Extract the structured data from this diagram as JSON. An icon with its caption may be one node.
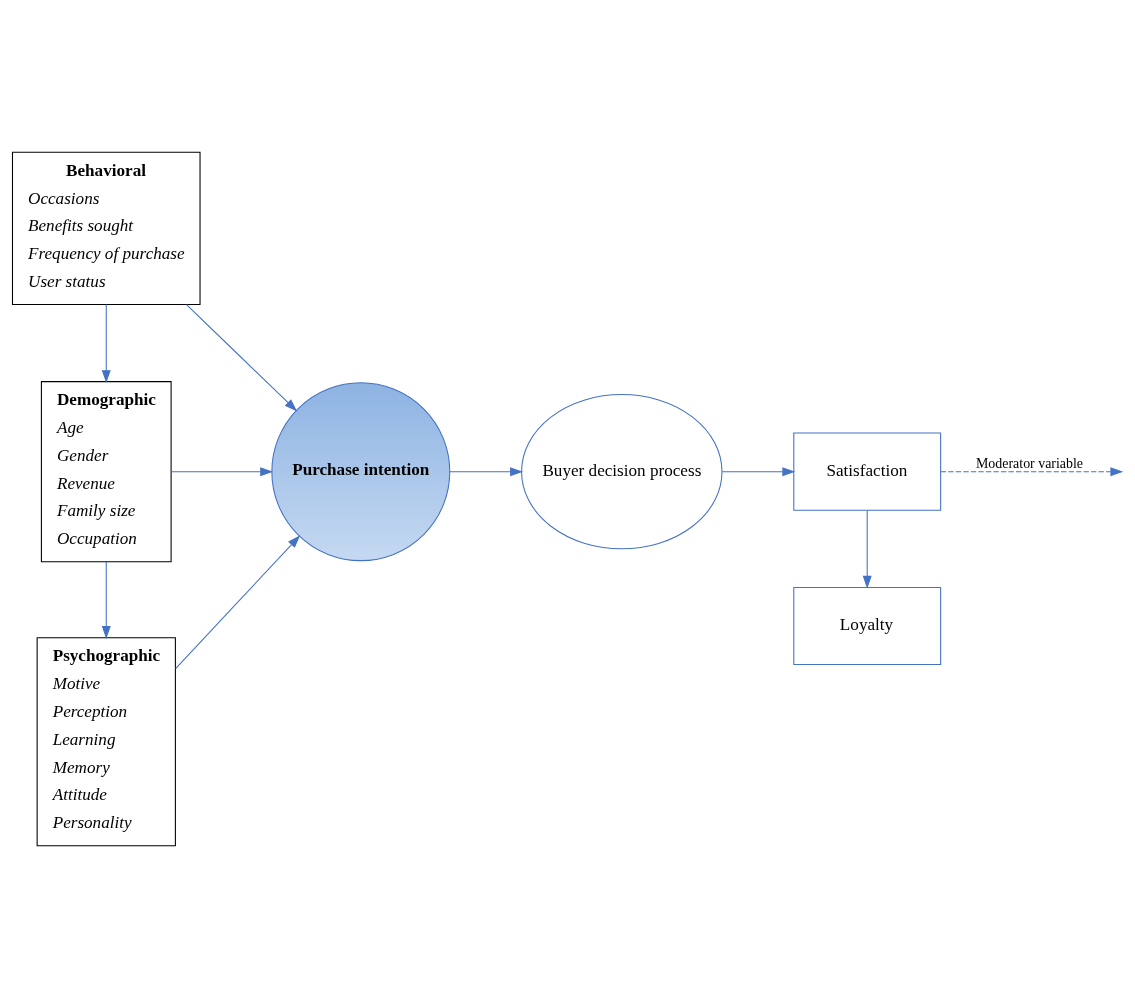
{
  "diagram": {
    "nodes": [
      {
        "text": [
          "Behavioral",
          "Occasions",
          "Benefits sought",
          "Frequency of purchase",
          "User status"
        ]
      },
      {
        "text": [
          "Demographic",
          "Age",
          "Gender",
          "Revenue",
          "Family size",
          "Occupation"
        ]
      },
      {
        "text": [
          "Psychographic",
          "Motive",
          "Perception",
          "Learning",
          "Memory",
          "Attitude",
          "Personality"
        ]
      },
      {
        "text": [
          "Purchase intention"
        ]
      },
      {
        "text": [
          "Buyer decision process"
        ]
      },
      {
        "text": [
          "Satisfaction"
        ]
      },
      {
        "text": [
          "Loyalty"
        ]
      }
    ],
    "edges": [
      {
        "from": 0,
        "to": 1,
        "arrow": "to"
      },
      {
        "from": 1,
        "to": 2,
        "arrow": "to"
      },
      {
        "from": 0,
        "to": 3,
        "arrow": "to"
      },
      {
        "from": 1,
        "to": 3,
        "arrow": "to"
      },
      {
        "from": 2,
        "to": 3,
        "arrow": "to"
      },
      {
        "from": 3,
        "to": 4,
        "arrow": "to"
      },
      {
        "from": 4,
        "to": 5,
        "arrow": "to"
      },
      {
        "from": 5,
        "to": 6,
        "arrow": "to"
      },
      {
        "from": 5,
        "to": null,
        "arrow": "to",
        "style": "dashed",
        "label": "Moderator variable"
      }
    ]
  }
}
